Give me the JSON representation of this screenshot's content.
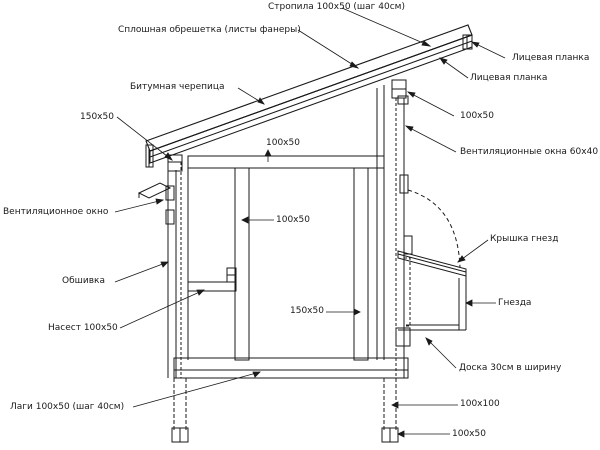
{
  "labels": {
    "rafters": "Стропила 100x50 (шаг 40см)",
    "sheathing": "Сплошная обрешетка (листы фанеры)",
    "fascia_top": "Лицевая планка",
    "fascia_bottom": "Лицевая планка",
    "shingles": "Битумная черепица",
    "beam_left": "150x50",
    "beam_right": "100x50",
    "top_plate": "100x50",
    "vent_windows": "Вентиляционные окна 60x40",
    "vent_window": "Вентиляционное окно",
    "stud": "100x50",
    "nest_lid": "Крышка гнезд",
    "cladding": "Обшивка",
    "nests": "Гнезда",
    "perch": "Насест 100x50",
    "door_header": "150x50",
    "board": "Доска 30см в ширину",
    "joists": "Лаги 100x50 (шаг 40см)",
    "post": "100x100",
    "footing": "100x50"
  }
}
